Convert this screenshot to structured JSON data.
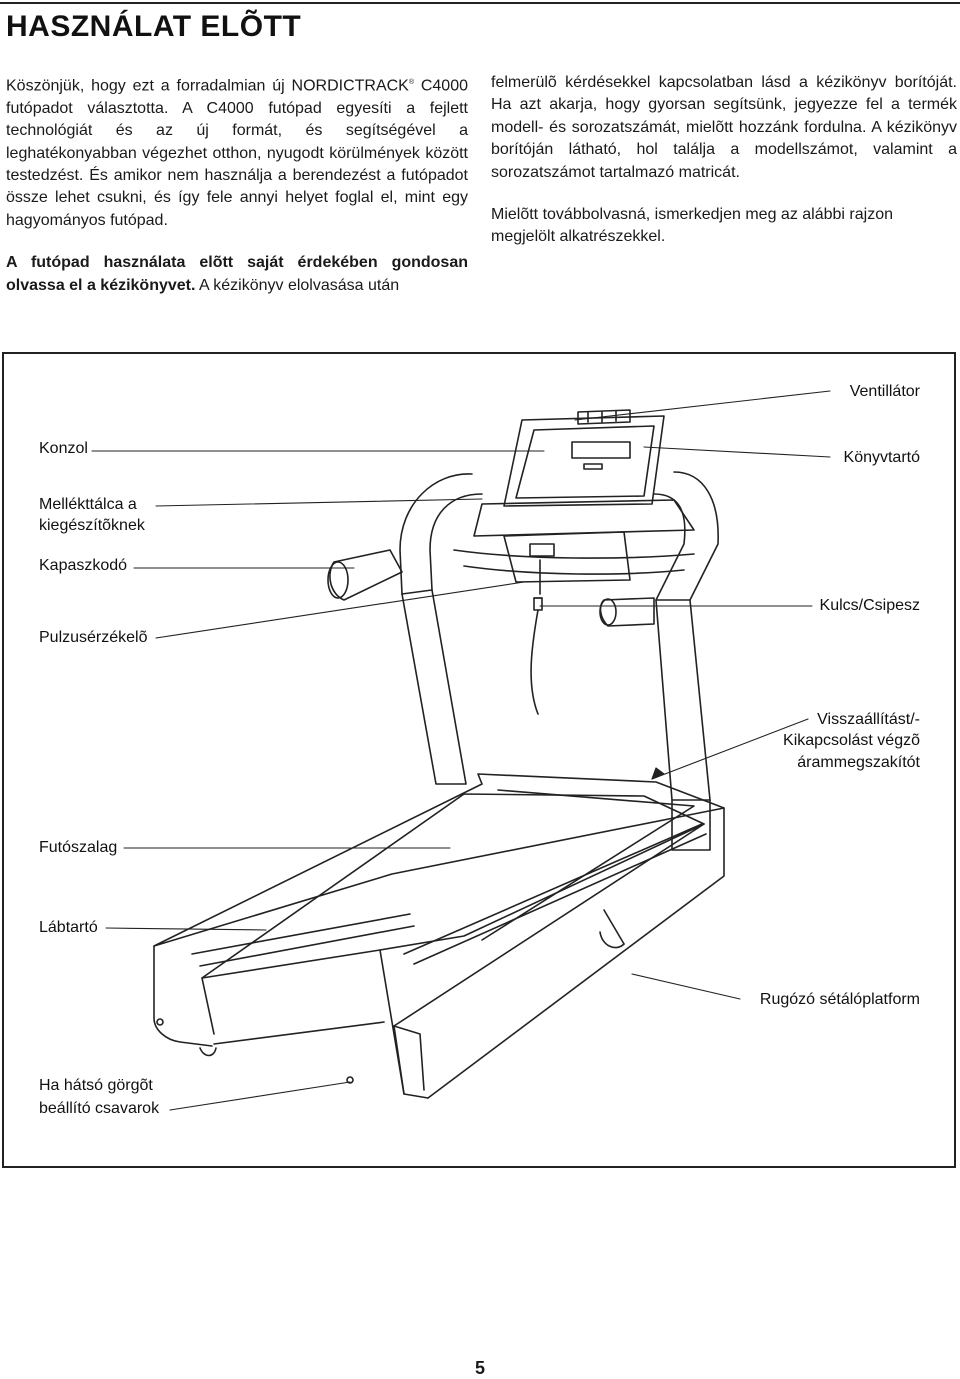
{
  "title": "HASZNÁLAT ELÕTT",
  "left_column": {
    "intro_part1": "Köszönjük, hogy ezt a forradalmian új NORDICTRACK",
    "intro_reg": "®",
    "intro_part2": " C4000 futópadot választotta. A C4000 futópad egyesíti a fejlett technológiát és az új formát, és segítségével a leghatékonyabban végezhet otthon, nyugodt körülmények között testedzést. És amikor nem használja a berendezést a futópadot össze lehet csukni, és így fele annyi helyet foglal el, mint egy hagyományos futópad.",
    "warning_bold": "A futópad használata elõtt saját érdekében gondosan olvassa el a kézikönyvet.",
    "warning_rest": " A kézikönyv elolvasása után"
  },
  "right_column": {
    "paragraph1": "felmerülõ kérdésekkel kapcsolatban lásd a kézikönyv borítóját. Ha azt akarja, hogy gyorsan segítsünk, jegyezze fel a termék modell- és sorozatszámát, mielõtt hozzánk fordulna. A kézikönyv borítóján látható, hol találja a modellszámot, valamint a sorozatszámot tartalmazó matricát.",
    "paragraph2": "Mielõtt továbbolvasná, ismerkedjen meg az alábbi rajzon megjelölt alkatrészekkel."
  },
  "figure": {
    "labels": {
      "ventillator": "Ventillátor",
      "konzol": "Konzol",
      "konyvtarto": "Könyvtartó",
      "mellektalca_1": "Mellékttálca a",
      "mellektalca_2": "kiegészítõknek",
      "kapaszkodo": "Kapaszkodó",
      "kulcs": "Kulcs/Csipesz",
      "pulzus": "Pulzusérzékelõ",
      "visszaallitas_1": "Visszaállítást/-",
      "visszaallitas_2": "Kikapcsolást végzõ",
      "visszaallitas_3": "árammegszakítót",
      "futoszalag": "Futószalag",
      "labtarto": "Lábtartó",
      "rugozo": "Rugózó sétálóplatform",
      "gorgo_1": "Ha hátsó görgõt",
      "gorgo_2": "beállító csavarok"
    }
  },
  "page_number": "5"
}
